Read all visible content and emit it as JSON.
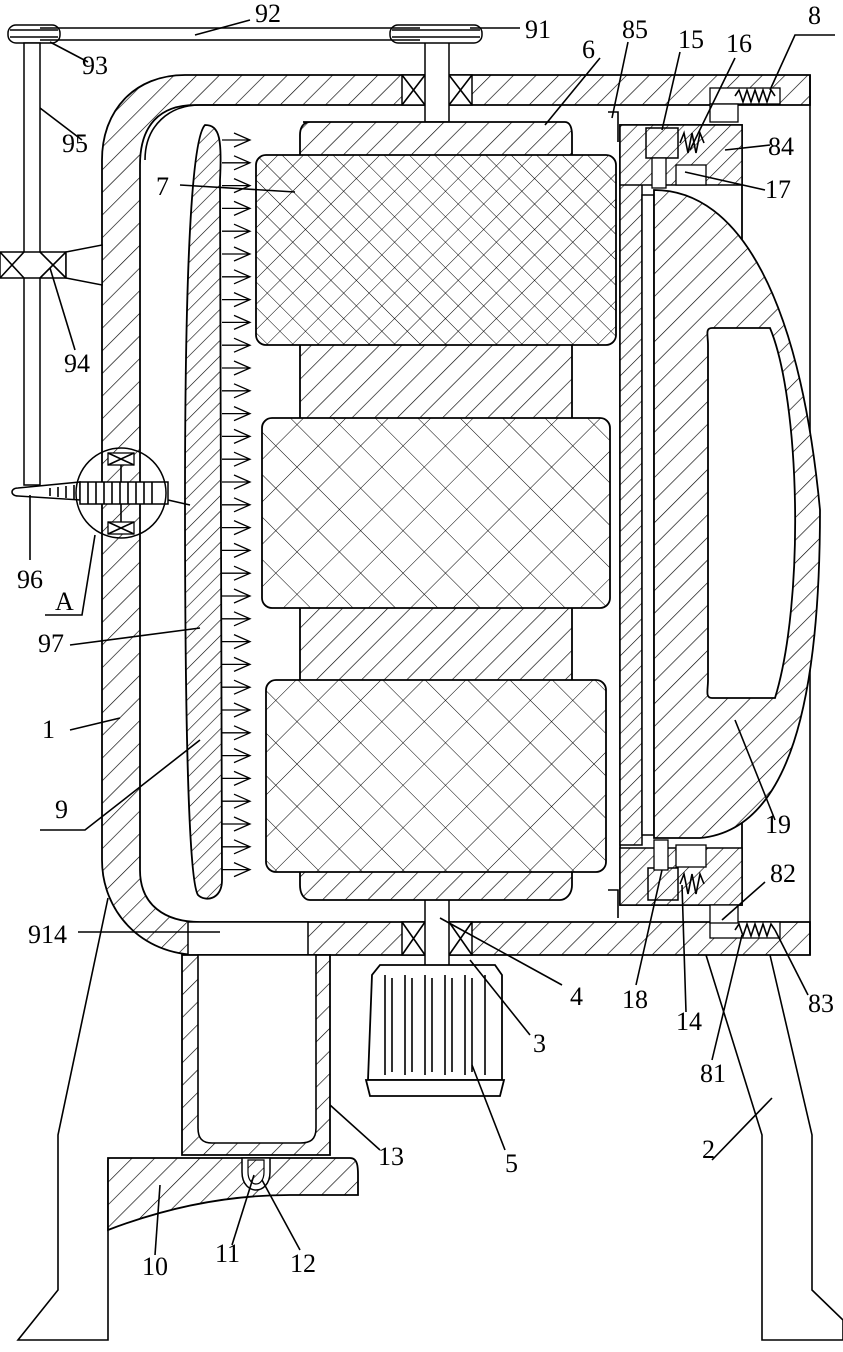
{
  "labels": {
    "l1": "1",
    "l2": "2",
    "l3": "3",
    "l4": "4",
    "l5": "5",
    "l6": "6",
    "l7": "7",
    "l8": "8",
    "l9": "9",
    "l10": "10",
    "l11": "11",
    "l12": "12",
    "l13": "13",
    "l14": "14",
    "l15": "15",
    "l16": "16",
    "l17": "17",
    "l18": "18",
    "l19": "19",
    "l81": "81",
    "l82": "82",
    "l83": "83",
    "l84": "84",
    "l85": "85",
    "l91": "91",
    "l92": "92",
    "l93": "93",
    "l94": "94",
    "l95": "95",
    "l96": "96",
    "l97": "97",
    "l914": "914",
    "lA": "A"
  }
}
